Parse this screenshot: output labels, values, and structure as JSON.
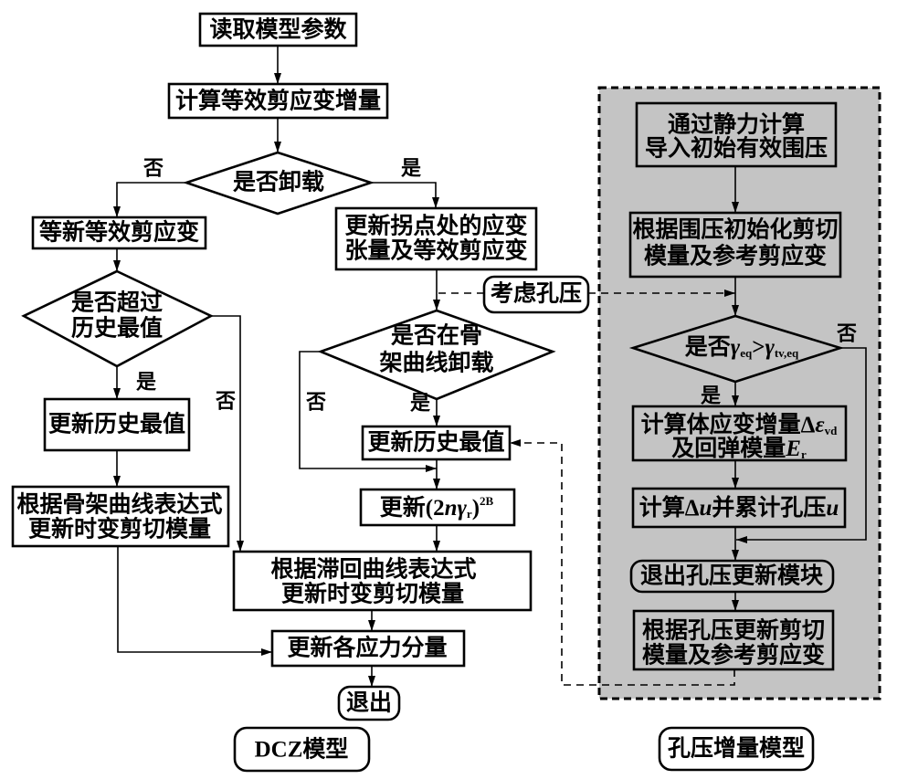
{
  "colors": {
    "background": "#ffffff",
    "stroke": "#000000",
    "pore_panel_fill": "#c4c4c4"
  },
  "edge_labels": {
    "yes": "是",
    "no": "否"
  },
  "dcz_model": {
    "title": "DCZ模型",
    "read_params": "读取模型参数",
    "calc_strain_increment": "计算等效剪应变增量",
    "is_unloading": "是否卸载",
    "update_equiv_strain": "等新等效剪应变",
    "exceed_history_max": {
      "line1": "是否超过",
      "line2": "历史最值"
    },
    "update_history_max_loading": "更新历史最值",
    "skeleton_modulus": {
      "line1": "根据骨架曲线表达式",
      "line2": "更新时变剪切模量"
    },
    "update_turning_point": {
      "line1": "更新拐点处的应变",
      "line2": "张量及等效剪应变"
    },
    "consider_pore_pressure": "考虑孔压",
    "unload_on_skeleton": {
      "line1": "是否在骨",
      "line2": "架曲线卸载"
    },
    "update_history_max_unloading": "更新历史最值",
    "update_2n_gamma": {
      "prefix": "更新(2",
      "n": "n",
      "gamma": "γ",
      "gamma_sub": "r",
      "close": ")",
      "exponent": "2B"
    },
    "hysteresis_modulus": {
      "line1": "根据滞回曲线表达式",
      "line2": "更新时变剪切模量"
    },
    "update_stress_components": "更新各应力分量",
    "exit": "退出"
  },
  "pore_pressure_model": {
    "title": "孔压增量模型",
    "static_init": {
      "line1": "通过静力计算",
      "line2": "导入初始有效围压"
    },
    "init_modulus": {
      "line1": "根据围压初始化剪切",
      "line2": "模量及参考剪应变"
    },
    "threshold_check": {
      "prefix": "是否",
      "gamma1": "γ",
      "sub1": "eq",
      "gt": ">",
      "gamma2": "γ",
      "sub2": "tv,eq"
    },
    "volumetric_strain": {
      "line1_prefix": "计算体应变增量",
      "delta": "Δ",
      "epsilon": "ε",
      "epsilon_sub": "vd",
      "line2_prefix": "及回弹模量",
      "E": "E",
      "E_sub": "r"
    },
    "pore_pressure_accumulate": {
      "prefix": "计算",
      "delta": "Δ",
      "u1": "u",
      "middle": "并累计孔压",
      "u2": "u"
    },
    "exit_module": "退出孔压更新模块",
    "update_modulus": {
      "line1": "根据孔压更新剪切",
      "line2": "模量及参考剪应变"
    }
  }
}
